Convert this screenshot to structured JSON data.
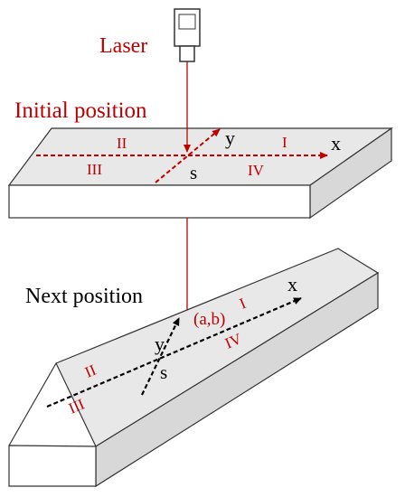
{
  "colors": {
    "laser_red": "#c00000",
    "top_face": "#e8e8e8",
    "side_face": "#d8d8d8",
    "front_face": "#ffffff",
    "outline": "#333333",
    "axis_black": "#000000"
  },
  "icons": {
    "laser_device": "laser-emitter-icon"
  },
  "labels": {
    "laser": "Laser",
    "initial_position": "Initial position",
    "next_position": "Next position"
  },
  "initial": {
    "axis_x": "x",
    "axis_y": "y",
    "origin": "s",
    "quadrants": [
      "I",
      "II",
      "III",
      "IV"
    ]
  },
  "next": {
    "axis_x": "x",
    "axis_y": "y",
    "origin": "s",
    "point": "(a,b)",
    "quadrants": [
      "I",
      "II",
      "III",
      "IV"
    ]
  }
}
